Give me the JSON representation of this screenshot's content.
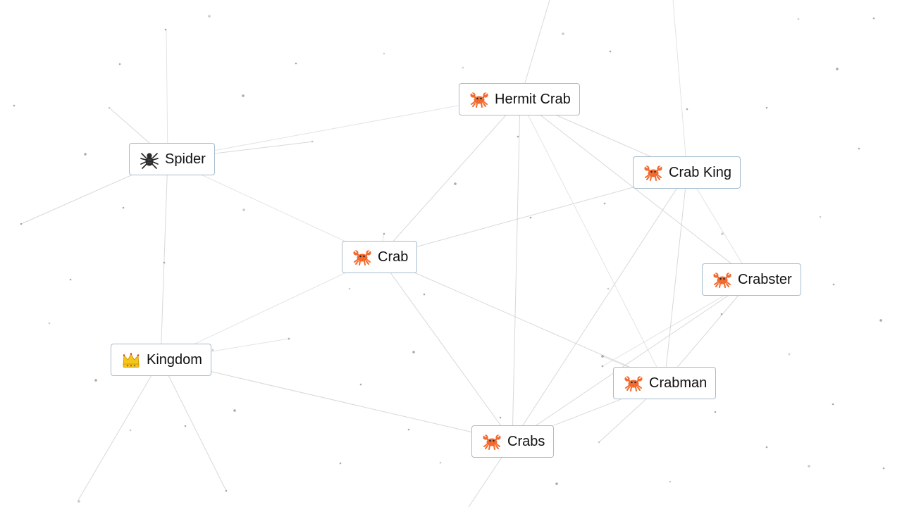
{
  "elements": [
    {
      "id": "hermit-crab",
      "text": "Hermit Crab",
      "emoji": "crab-icon"
    },
    {
      "id": "crab-king",
      "text": "Crab King",
      "emoji": "crab-icon"
    },
    {
      "id": "spider",
      "text": "Spider",
      "emoji": "spider-icon"
    },
    {
      "id": "crab",
      "text": "Crab",
      "emoji": "crab-icon"
    },
    {
      "id": "crabster",
      "text": "Crabster",
      "emoji": "crab-icon"
    },
    {
      "id": "kingdom",
      "text": "Kingdom",
      "emoji": "crown-icon"
    },
    {
      "id": "crabman",
      "text": "Crabman",
      "emoji": "crab-icon"
    },
    {
      "id": "crabs",
      "text": "Crabs",
      "emoji": "crab-icon"
    }
  ],
  "colors": {
    "background": "#ffffff",
    "card_border": "#a6bccd",
    "line": "#d2d2d2",
    "dot": "#8c8c8c",
    "crab": "#f26a2e",
    "spider": "#2b2b2b",
    "crown": "#f5c518"
  }
}
